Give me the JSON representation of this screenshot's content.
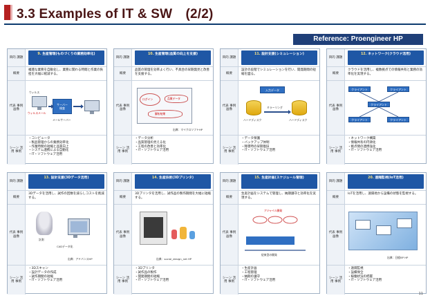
{
  "header": {
    "title": "3.3 Examples of IT & SW　(2/2)",
    "reference": "Reference: Proengineer HP"
  },
  "labels": {
    "theme": "目的\n課題",
    "summary": "概要",
    "image": "代表\n事例\n画像",
    "scene": "シーン\n活用\n事例"
  },
  "cards": [
    {
      "num": "9.",
      "theme": "生産管理(ものづくりの業務効率化)",
      "summary": "複雑な業務を自動化し、業務に関わる時間と作業の負担を大幅に軽減する。",
      "image_text": [
        "ウィルス",
        "サーバー",
        "ウィルス",
        "検査",
        "メールサーバー",
        "ウィルスメール"
      ],
      "scene": [
        "・コンピュータ",
        "・製品管理からの業務効率化",
        "・作業時間の短縮と品質向上",
        "・システム連携による自動化",
        "・IT・ソフトウェア活用"
      ]
    },
    {
      "num": "10.",
      "theme": "生産管理(品質の向上を支援)",
      "summary": "品質の管理を効率よく行い、不具合の早期発見と改善を支援する。",
      "image_text": [
        "ログイン",
        "品質データ",
        "解析結果"
      ],
      "caption": "出典：マイクロソフトHP",
      "scene": [
        "・データ分析",
        "・品質管理の見える化",
        "・工程の改善と効率化",
        "・IT・ソフトウェア活用"
      ]
    },
    {
      "num": "11.",
      "theme": "設計支援(シミュレーション)",
      "summary": "設計の段階でシミュレーションを行い、開発期間の短縮を図る。",
      "image_text": [
        "入力データ",
        "ハードディスク",
        "ミラーリング",
        "ハードディスク"
      ],
      "scene": [
        "・データ保護",
        "・バックアップ体制",
        "・障害時の早期復旧",
        "・IT・ソフトウェア活用"
      ]
    },
    {
      "num": "12.",
      "theme": "ネットワーク(クラウド活用)",
      "summary": "クラウドを活用し、複数拠点での情報共有と業務の効率化を実現する。",
      "image_text": [
        "クライアント",
        "クライアント",
        "クライアント",
        "クライアント",
        "クライアント"
      ],
      "scene": [
        "・ネットワーク構築",
        "・情報共有の円滑化",
        "・拠点間の連携強化",
        "・IT・ソフトウェア活用"
      ]
    },
    {
      "num": "13.",
      "theme": "設計支援(3Dデータ活用)",
      "summary": "3Dデータを活用し、試作の回数を減らしコストを削減する。",
      "image_text": [
        "計測",
        "CADデータ化"
      ],
      "caption": "出典：アドバンスHP",
      "scene": [
        "・3Dスキャン",
        "・設計データの作成",
        "・試作期間の短縮",
        "・IT・ソフトウェア活用"
      ]
    },
    {
      "num": "14.",
      "theme": "生産技術(3Dプリンタ)",
      "summary": "3Dプリンタを活用し、試作品の製作期間を大幅に短縮する。",
      "image_text": [],
      "caption": "出典：social_design_net HP",
      "scene": [
        "・3Dプリンタ",
        "・試作品の製作",
        "・開発期間の短縮",
        "・IT・ソフトウェア活用"
      ]
    },
    {
      "num": "15.",
      "theme": "生産計画(スケジュール管理)",
      "summary": "生産計画をシステムで管理し、納期遵守と効率化を実現する。",
      "image_text": [
        "アジャイル開発",
        "従来型の開発"
      ],
      "scene": [
        "・生産計画",
        "・工程管理",
        "・納期の遵守",
        "・IT・ソフトウェア活用"
      ]
    },
    {
      "num": "20.",
      "theme": "遠隔監視(IoT活用)",
      "summary": "IoTを活用し、遠隔地から設備の状態を監視する。",
      "image_text": [],
      "caption": "出典：日経BP HP",
      "scene": [
        "・遠隔監視",
        "・設備保全",
        "・稼働状況の把握",
        "・IT・ソフトウェア活用"
      ]
    }
  ],
  "page_number": "11",
  "colors": {
    "title_text": "#4a1515",
    "title_mark": "#b52020",
    "reference_bg": "#1f3f78",
    "badge_bg": "#1f57a5"
  }
}
